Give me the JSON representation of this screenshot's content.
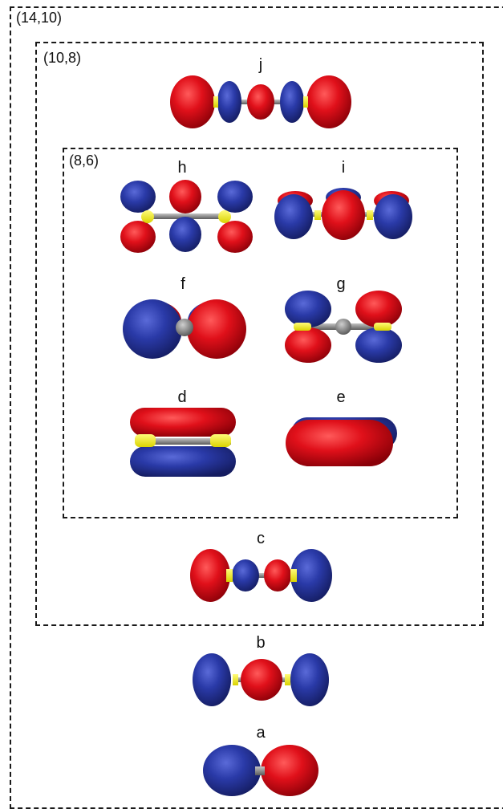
{
  "figure": {
    "active_spaces": [
      {
        "id": "outer",
        "label": "(14,10)"
      },
      {
        "id": "middle",
        "label": "(10,8)"
      },
      {
        "id": "inner",
        "label": "(8,6)"
      }
    ],
    "orbitals": [
      {
        "id": "a",
        "label": "a"
      },
      {
        "id": "b",
        "label": "b"
      },
      {
        "id": "c",
        "label": "c"
      },
      {
        "id": "d",
        "label": "d"
      },
      {
        "id": "e",
        "label": "e"
      },
      {
        "id": "f",
        "label": "f"
      },
      {
        "id": "g",
        "label": "g"
      },
      {
        "id": "h",
        "label": "h"
      },
      {
        "id": "i",
        "label": "i"
      },
      {
        "id": "j",
        "label": "j"
      }
    ],
    "colors": {
      "positive_lobe": "#e0101a",
      "negative_lobe": "#2a3aa8",
      "sulfur_atom": "#f2ef2a",
      "carbon_atom": "#8c8c8c",
      "box_border": "#1a1a1a"
    }
  }
}
